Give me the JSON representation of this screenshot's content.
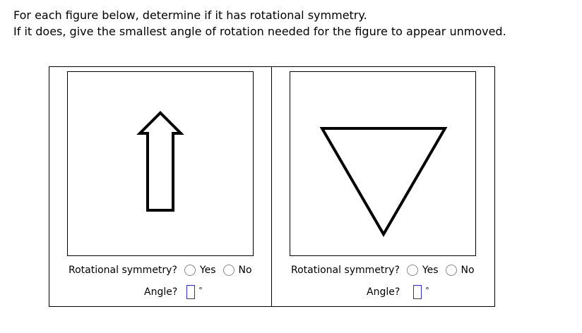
{
  "instructions": {
    "line1": "For each figure below, determine if it has rotational symmetry.",
    "line2": "If it does, give the smallest angle of rotation needed for the figure to appear unmoved."
  },
  "figures": [
    {
      "shape": "arrow-up-icon",
      "symmetry_label": "Rotational symmetry?",
      "option_yes": "Yes",
      "option_no": "No",
      "angle_label": "Angle?",
      "angle_value": "",
      "degree_symbol": "°"
    },
    {
      "shape": "inverted-triangle-icon",
      "symmetry_label": "Rotational symmetry?",
      "option_yes": "Yes",
      "option_no": "No",
      "angle_label": "Angle?",
      "angle_value": "",
      "degree_symbol": "°"
    }
  ],
  "colors": {
    "input_border": "#2b2bd9",
    "radio_border": "#8a8a8a",
    "stroke": "#000000"
  }
}
